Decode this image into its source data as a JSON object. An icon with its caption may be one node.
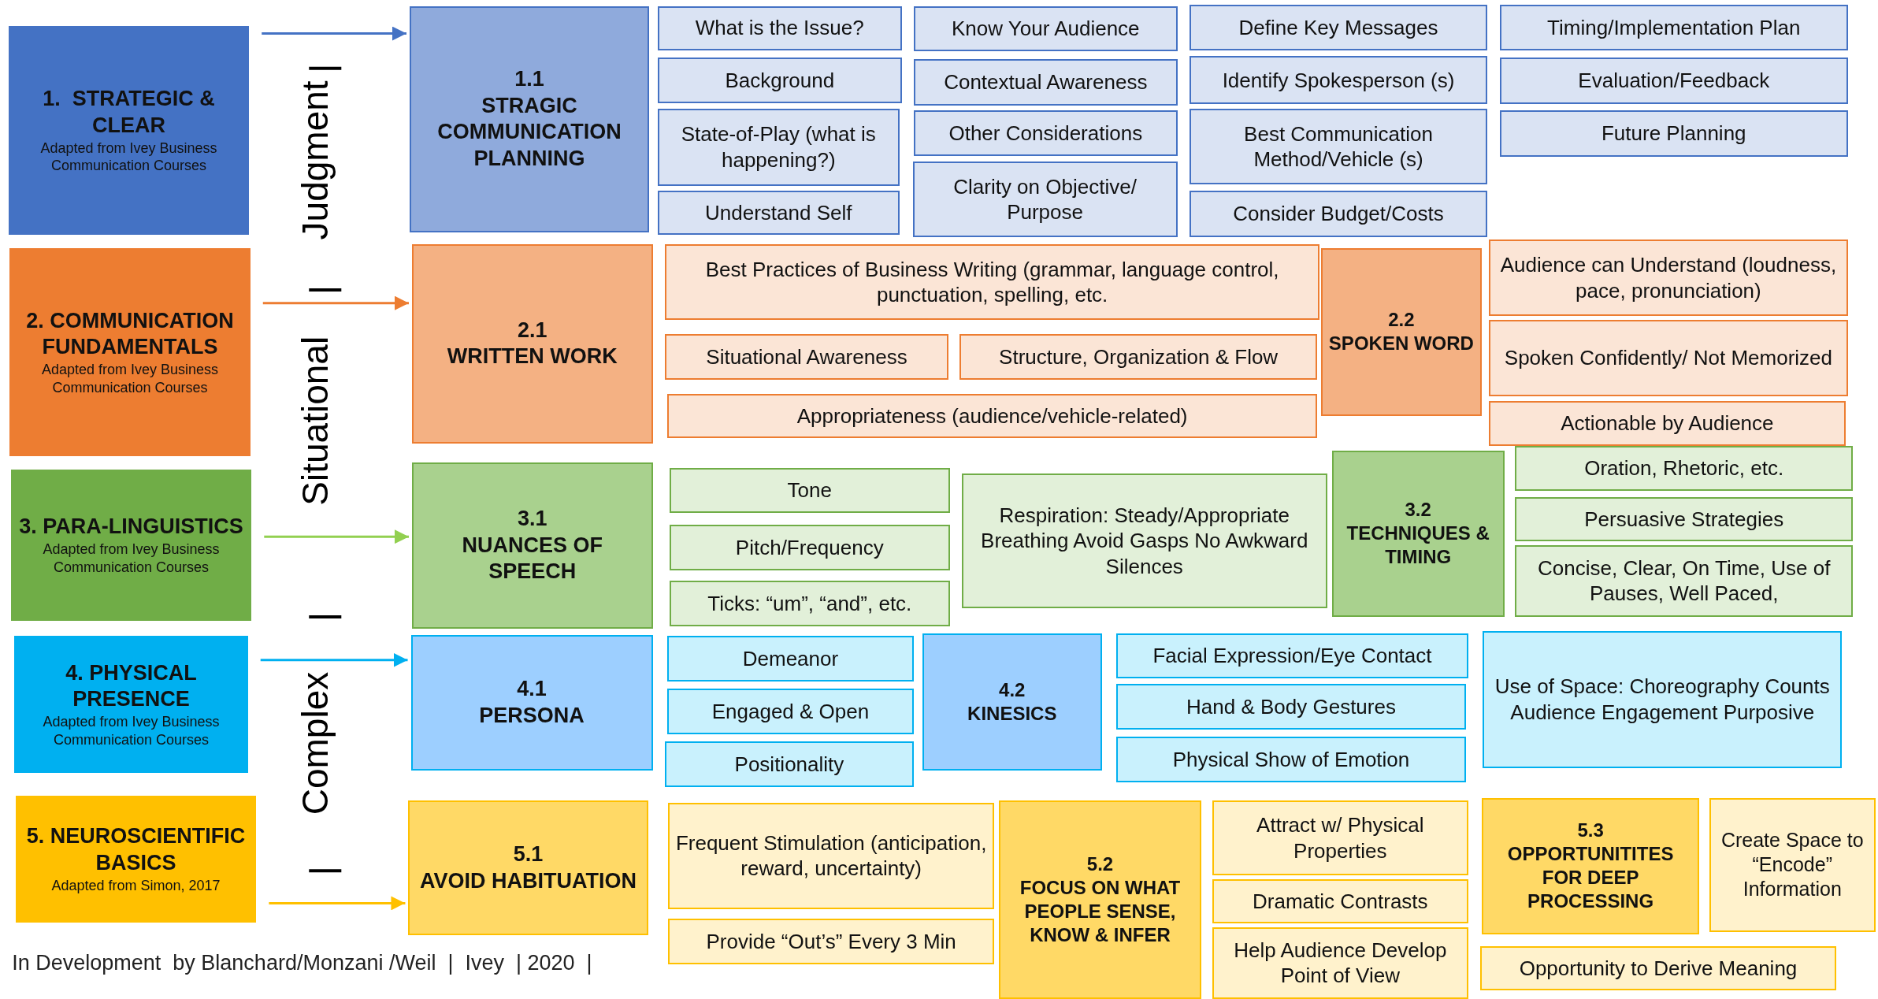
{
  "diagram": {
    "nodes": [
      {
        "text": [
          "1.  STRATEGIC & CLEAR",
          "Adapted from Ivey Business Communication Courses"
        ]
      },
      {
        "text": [
          "2. COMMUNICATION FUNDAMENTALS",
          "Adapted from Ivey Business Communication Courses"
        ]
      },
      {
        "text": [
          "3. PARA-LINGUISTICS",
          "Adapted from Ivey Business Communication Courses"
        ]
      },
      {
        "text": [
          "4. PHYSICAL PRESENCE",
          "Adapted from Ivey Business Communication Courses"
        ]
      },
      {
        "text": [
          "5. NEUROSCIENTIFIC BASICS",
          "Adapted from Simon, 2017"
        ]
      },
      {
        "text": [
          "1.1",
          "STRAGIC COMMUNICATION PLANNING"
        ]
      },
      {
        "text": [
          "What is the Issue?"
        ]
      },
      {
        "text": [
          "Background"
        ]
      },
      {
        "text": [
          "State-of-Play (what is happening?)"
        ]
      },
      {
        "text": [
          "Understand Self"
        ]
      },
      {
        "text": [
          "Know Your Audience"
        ]
      },
      {
        "text": [
          "Contextual Awareness"
        ]
      },
      {
        "text": [
          "Other Considerations"
        ]
      },
      {
        "text": [
          "Clarity on Objective/ Purpose"
        ]
      },
      {
        "text": [
          "Define Key Messages"
        ]
      },
      {
        "text": [
          "Identify Spokesperson (s)"
        ]
      },
      {
        "text": [
          "Best Communication Method/Vehicle (s)"
        ]
      },
      {
        "text": [
          "Consider Budget/Costs"
        ]
      },
      {
        "text": [
          "Timing/Implementation Plan"
        ]
      },
      {
        "text": [
          "Evaluation/Feedback"
        ]
      },
      {
        "text": [
          "Future Planning"
        ]
      },
      {
        "text": [
          "2.1",
          "WRITTEN WORK"
        ]
      },
      {
        "text": [
          "Best Practices of Business Writing (grammar, language control, punctuation, spelling, etc."
        ]
      },
      {
        "text": [
          "Situational Awareness"
        ]
      },
      {
        "text": [
          "Structure, Organization & Flow"
        ]
      },
      {
        "text": [
          "Appropriateness (audience/vehicle-related)"
        ]
      },
      {
        "text": [
          "2.2",
          "SPOKEN WORD"
        ]
      },
      {
        "text": [
          "Audience can Understand (loudness, pace, pronunciation)"
        ]
      },
      {
        "text": [
          "Spoken Confidently/ Not Memorized"
        ]
      },
      {
        "text": [
          "Actionable by Audience"
        ]
      },
      {
        "text": [
          "3.1",
          "NUANCES OF SPEECH"
        ]
      },
      {
        "text": [
          "Tone"
        ]
      },
      {
        "text": [
          "Pitch/Frequency"
        ]
      },
      {
        "text": [
          "Ticks: “um”, “and”, etc."
        ]
      },
      {
        "text": [
          "Respiration: Steady/Appropriate Breathing Avoid Gasps No Awkward Silences"
        ]
      },
      {
        "text": [
          "3.2",
          "TECHNIQUES & TIMING"
        ]
      },
      {
        "text": [
          "Oration, Rhetoric, etc."
        ]
      },
      {
        "text": [
          "Persuasive Strategies"
        ]
      },
      {
        "text": [
          "Concise, Clear, On Time, Use of Pauses, Well Paced,"
        ]
      },
      {
        "text": [
          "4.1",
          "PERSONA"
        ]
      },
      {
        "text": [
          "Demeanor"
        ]
      },
      {
        "text": [
          "Engaged & Open"
        ]
      },
      {
        "text": [
          "Positionality"
        ]
      },
      {
        "text": [
          "4.2",
          "KINESICS"
        ]
      },
      {
        "text": [
          "Facial Expression/Eye Contact"
        ]
      },
      {
        "text": [
          "Hand & Body Gestures"
        ]
      },
      {
        "text": [
          "Physical Show of Emotion"
        ]
      },
      {
        "text": [
          "Use of Space: Choreography Counts Audience Engagement Purposive"
        ]
      },
      {
        "text": [
          "5.1",
          "AVOID HABITUATION"
        ]
      },
      {
        "text": [
          "Frequent Stimulation (anticipation, reward, uncertainty)"
        ]
      },
      {
        "text": [
          "Provide “Out’s” Every 3 Min"
        ]
      },
      {
        "text": [
          "5.2",
          "FOCUS ON WHAT PEOPLE SENSE, KNOW & INFER"
        ]
      },
      {
        "text": [
          "Attract w/ Physical Properties"
        ]
      },
      {
        "text": [
          "Dramatic Contrasts"
        ]
      },
      {
        "text": [
          "Help Audience Develop Point of View"
        ]
      },
      {
        "text": [
          "5.3",
          "OPPORTUNITITES FOR DEEP PROCESSING"
        ]
      },
      {
        "text": [
          "Create Space to “Encode” Information"
        ]
      },
      {
        "text": [
          "Opportunity to Derive Meaning"
        ]
      }
    ],
    "edges": [
      {
        "from": 0,
        "to": 5,
        "arrow": "to",
        "color": "#4472c4"
      },
      {
        "from": 1,
        "to": 21,
        "arrow": "to",
        "color": "#ed7d31"
      },
      {
        "from": 2,
        "to": 30,
        "arrow": "to",
        "color": "#92d050"
      },
      {
        "from": 3,
        "to": 39,
        "arrow": "to",
        "color": "#00b0f0"
      },
      {
        "from": 4,
        "to": 48,
        "arrow": "to",
        "color": "#ffc000"
      }
    ],
    "labels": [
      "Judgment",
      "Situational",
      "Complex",
      "In Development  by Blanchard/Monzani /Weil  |  Ivey  | 2020  |"
    ]
  }
}
